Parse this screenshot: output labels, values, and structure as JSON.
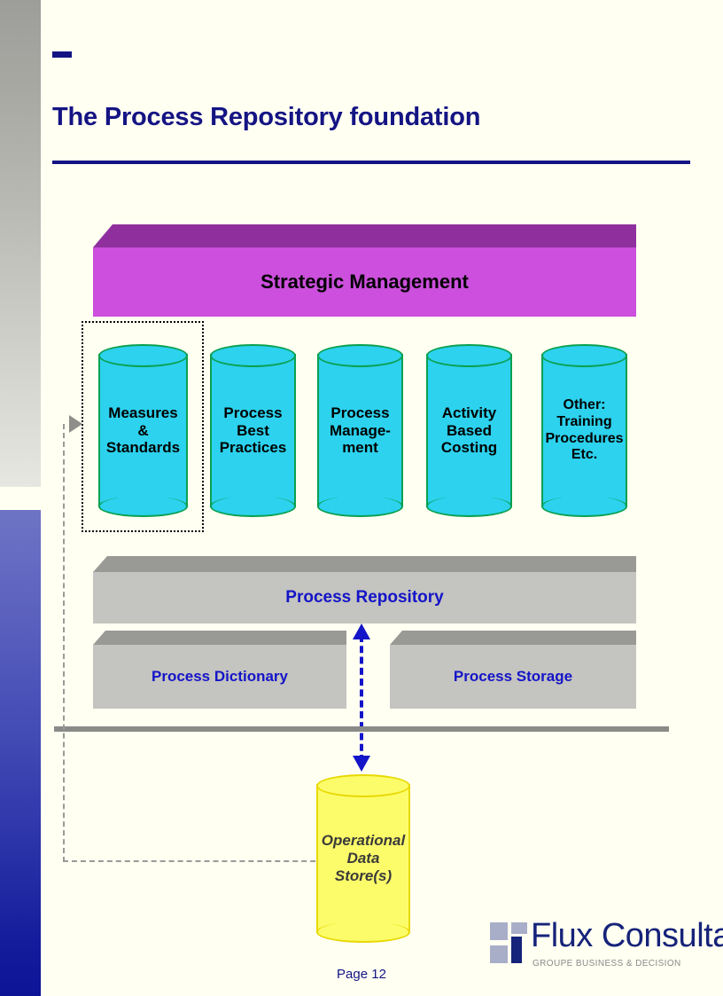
{
  "slide": {
    "title": "The Process Repository foundation",
    "page_label": "Page 12"
  },
  "colors": {
    "title_navy": "#141484",
    "strategic_purple": "#cc4fdd",
    "strategic_purple_top": "#8f2f9e",
    "slab_gray": "#c4c4c0",
    "slab_gray_top": "#999995",
    "cylinder_cyan": "#2cd2ee",
    "cylinder_cyan_outline": "#0aa050",
    "cylinder_yellow": "#fcfc6a",
    "cylinder_yellow_outline": "#e8d800",
    "slab_text_blue": "#1414c8",
    "connector_gray": "#9a9a97",
    "connector_blue": "#1414c8",
    "band_gray_top": "#9d9d9a",
    "band_blue_bottom": "#0d1496"
  },
  "diagram": {
    "strategic_layer": {
      "label": "Strategic Management"
    },
    "cylinders": [
      {
        "id": "measures-standards",
        "lines": [
          "Measures",
          "&",
          "Standards"
        ],
        "highlighted": true
      },
      {
        "id": "process-best-practices",
        "lines": [
          "Process",
          "Best",
          "Practices"
        ],
        "highlighted": false
      },
      {
        "id": "process-management",
        "lines": [
          "Process",
          "Manage-",
          "ment"
        ],
        "highlighted": false
      },
      {
        "id": "activity-based-costing",
        "lines": [
          "Activity",
          "Based",
          "Costing"
        ],
        "highlighted": false
      },
      {
        "id": "other-training",
        "lines": [
          "Other:",
          "Training",
          "Procedures",
          "Etc."
        ],
        "highlighted": false
      }
    ],
    "repository_layer": {
      "label": "Process Repository"
    },
    "repository_components": [
      {
        "id": "process-dictionary",
        "label": "Process Dictionary"
      },
      {
        "id": "process-storage",
        "label": "Process Storage"
      }
    ],
    "data_store": {
      "lines": [
        "Operational",
        "Data",
        "Store(s)"
      ]
    }
  },
  "logo": {
    "name": "Flux Consultancy",
    "subtitle": "GROUPE BUSINESS & DECISION"
  }
}
